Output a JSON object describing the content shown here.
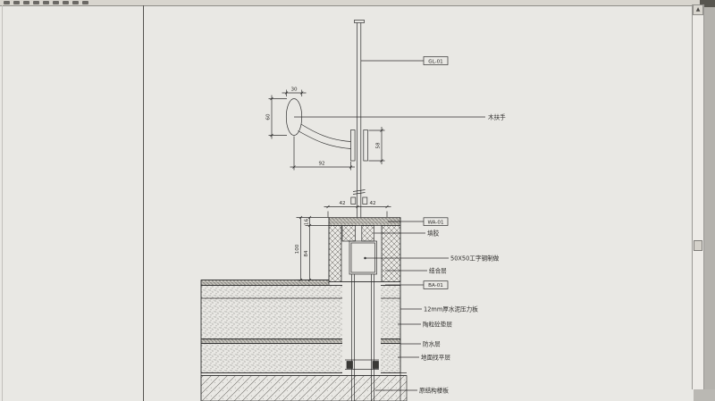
{
  "toolbar": {
    "icon_names": [
      "new-icon",
      "open-icon",
      "save-icon",
      "print-icon",
      "preview-icon",
      "cut-icon",
      "copy-icon",
      "paste-icon",
      "undo-icon",
      "redo-icon"
    ]
  },
  "scrollbar": {
    "up_icon": "▲"
  },
  "colors": {
    "canvas": "#e9e8e4",
    "line": "#2f2f2f",
    "toolbar": "#d8d5ce",
    "divider": "#55534f"
  },
  "drawing": {
    "tags": {
      "glass": "GL-01",
      "wa": "WA-01",
      "ba": "BA-01"
    },
    "callouts": {
      "handrail": "木扶手",
      "fill_glue": "填胶",
      "steel": "50X50工字钢制做",
      "bonding": "结合层",
      "cement_board": "12mm厚水泥压力板",
      "ceramsite": "陶粒砼垫层",
      "waterproof": "防水层",
      "leveling": "地面找平层",
      "slab": "原结构楼板"
    },
    "dims": {
      "d30": "30",
      "d60": "60",
      "d92": "92",
      "d58": "58",
      "d42_left": "42",
      "d42_right": "42",
      "d16": "16",
      "d84": "84",
      "d100": "100"
    }
  }
}
